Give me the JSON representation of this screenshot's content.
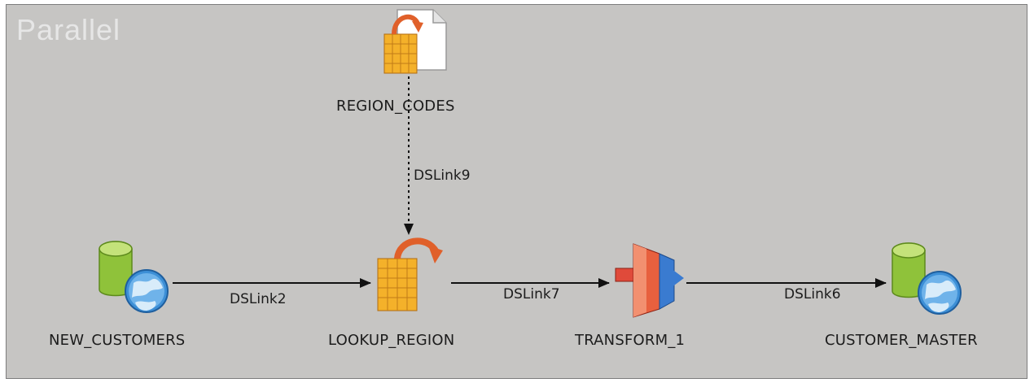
{
  "canvas": {
    "label": "Parallel"
  },
  "stages": {
    "region_codes": {
      "label": "REGION_CODES",
      "icon": "lookup-fileset-icon"
    },
    "new_customers": {
      "label": "NEW_CUSTOMERS",
      "icon": "database-connector-icon"
    },
    "lookup_region": {
      "label": "LOOKUP_REGION",
      "icon": "lookup-stage-icon"
    },
    "transform_1": {
      "label": "TRANSFORM_1",
      "icon": "transformer-icon"
    },
    "customer_master": {
      "label": "CUSTOMER_MASTER",
      "icon": "database-connector-icon"
    }
  },
  "links": {
    "dslink9": {
      "label": "DSLink9",
      "style": "dashed"
    },
    "dslink2": {
      "label": "DSLink2",
      "style": "solid"
    },
    "dslink7": {
      "label": "DSLink7",
      "style": "solid"
    },
    "dslink6": {
      "label": "DSLink6",
      "style": "solid"
    }
  },
  "colors": {
    "canvas": "#c6c5c3",
    "canvas_label": "#e6e6e6",
    "link": "#111111",
    "grid_orange": "#f0a020",
    "db_green": "#8fc23a",
    "globe_blue": "#3d8fd6",
    "transform_red": "#e04a3a",
    "transform_blue": "#3a7bd0"
  }
}
